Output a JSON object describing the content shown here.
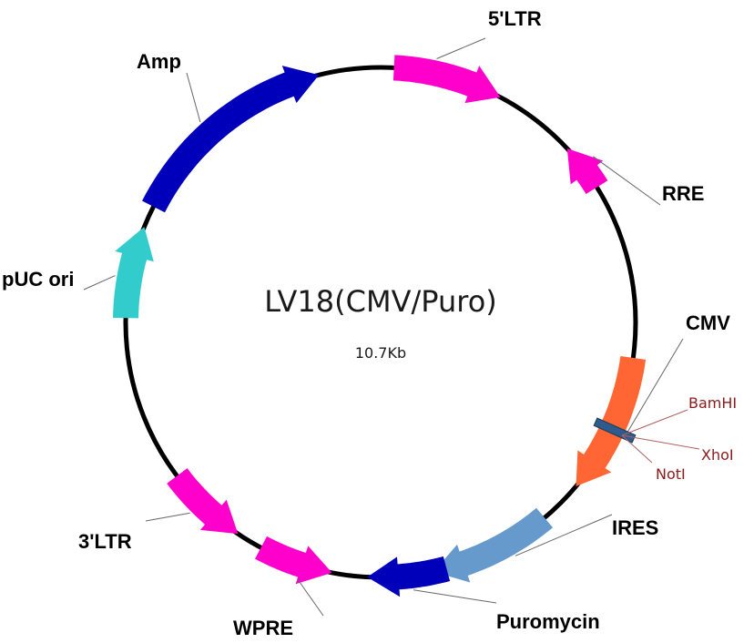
{
  "plasmid": {
    "name": "LV18(CMV/Puro)",
    "size": "10.7Kb"
  },
  "features": [
    {
      "label": "5'LTR",
      "color": "#ff00cc",
      "direction": "clockwise"
    },
    {
      "label": "RRE",
      "color": "#ff00cc",
      "direction": "counterclockwise"
    },
    {
      "label": "CMV",
      "color": "#ff6633",
      "direction": "clockwise"
    },
    {
      "label": "IRES",
      "color": "#6699cc",
      "direction": "clockwise"
    },
    {
      "label": "Puromycin",
      "color": "#0000bb",
      "direction": "clockwise"
    },
    {
      "label": "WPRE",
      "color": "#ff00cc",
      "direction": "counterclockwise"
    },
    {
      "label": "3'LTR",
      "color": "#ff00cc",
      "direction": "counterclockwise"
    },
    {
      "label": "pUC ori",
      "color": "#33cccc",
      "direction": "clockwise"
    },
    {
      "label": "Amp",
      "color": "#0000bb",
      "direction": "clockwise"
    }
  ],
  "restriction_sites": [
    {
      "label": "BamHI"
    },
    {
      "label": "XhoI"
    },
    {
      "label": "NotI"
    }
  ],
  "colors": {
    "backbone": "#000000",
    "site_marker": "#2e5a8c",
    "site_text": "#8b1a1a"
  }
}
